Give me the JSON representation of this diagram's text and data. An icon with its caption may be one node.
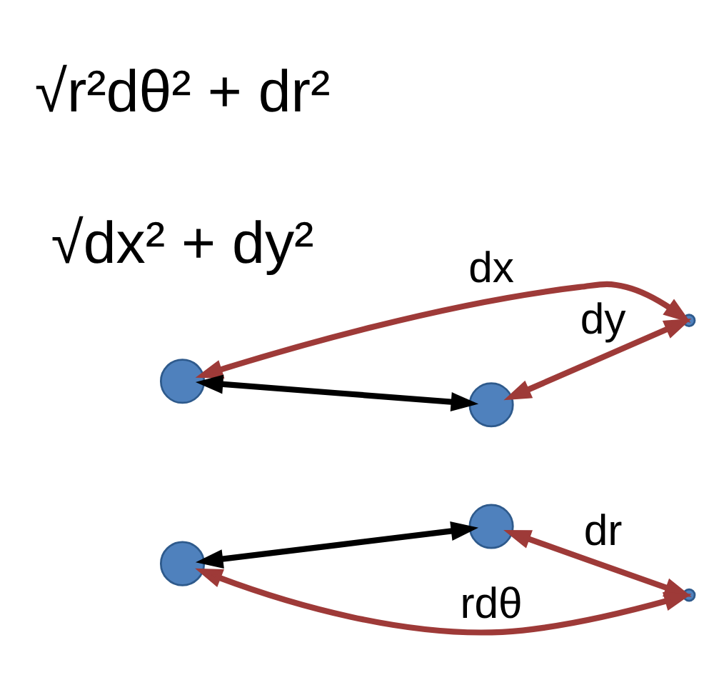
{
  "diagram": {
    "nodes": [
      {
        "text": [],
        "shape": "circle"
      },
      {
        "text": [],
        "shape": "circle"
      },
      {
        "text": [],
        "shape": "point"
      },
      {
        "text": [],
        "shape": "circle"
      },
      {
        "text": [],
        "shape": "point"
      },
      {
        "text": [],
        "shape": "circle"
      }
    ],
    "edges": [
      {
        "from": 1,
        "to": 0,
        "arrow": "both",
        "color": "#000000"
      },
      {
        "from": 0,
        "to": 2,
        "arrow": "both",
        "label": "dy"
      },
      {
        "from": 1,
        "to": 2,
        "arrow": "both",
        "label": "dx"
      },
      {
        "from": 3,
        "to": 5,
        "arrow": "both",
        "color": "#000000"
      },
      {
        "from": 3,
        "to": 4,
        "arrow": "both",
        "label": "rdθ"
      },
      {
        "from": 5,
        "to": 4,
        "arrow": "both",
        "label": "dr"
      }
    ],
    "labels": [
      "√dx² + dy²",
      "√r²dθ² + dr²"
    ]
  }
}
